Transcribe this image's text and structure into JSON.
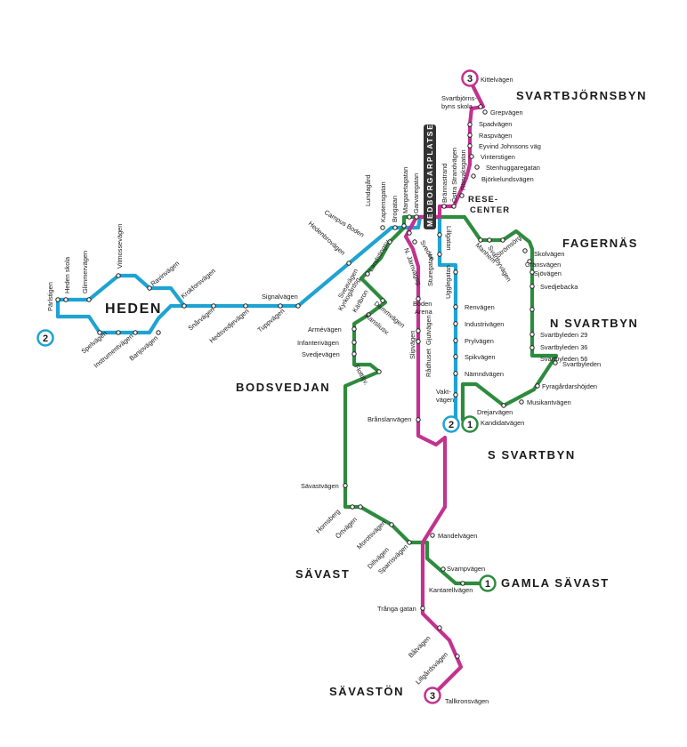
{
  "colors": {
    "line_1": "#2e8b3e",
    "line_2": "#1ea3d2",
    "line_3": "#c2328e",
    "hub": "#333333"
  },
  "lines": {
    "one": "1",
    "two": "2",
    "three": "3"
  },
  "hub": {
    "name": "MEDBORGARPLATSEN"
  },
  "areas": {
    "svartbjornsbyn": "SVARTBJÖRNSBYN",
    "fagernas": "FAGERNÄS",
    "n_svartbyn": "N SVARTBYN",
    "s_svartbyn": "S SVARTBYN",
    "heden": "HEDEN",
    "bodsvedjan": "BODSVEDJAN",
    "savast": "SÄVAST",
    "gamla_savast": "GAMLA SÄVAST",
    "savaston": "SÄVASTÖN"
  },
  "stations": {
    "kittelvagen": "Kittelvägen",
    "svartbjornsbyns_skola_1": "Svartbjörns-",
    "svartbjornsbyns_skola_2": "byns skola",
    "grepvagen": "Grepvägen",
    "spadvagen": "Spadvägen",
    "raspvagen": "Raspvägen",
    "eyvind": "Eyvind Johnsons väg",
    "vinterstigen": "Vinterstigen",
    "stenhuggaregatan": "Stenhuggaregatan",
    "bjorkelundsvagen": "Björkelundsvägen",
    "brannastrand": "Brännastrand",
    "ostra_strandvagen": "Östra Strandvägen",
    "rorvaksgatan": "Rörvaksgatan",
    "resecenter_1": "RESE-",
    "resecenter_2": "CENTER",
    "lundagard": "Lundagård",
    "kaptensgatan": "Kaptensgatan",
    "brogatan": "Brogatan",
    "margaretagatan": "Margaretagatan",
    "garvaregatan": "Garvaregatan",
    "campus_boden": "Campus Boden",
    "hedenbrovagen": "Hedenbrovägen",
    "lillgatan": "Lillgatan",
    "sveden": "Sveden",
    "n_jarnvagsg": "N. Järnvägsg.",
    "sturegatan": "Sturegatan",
    "ugglegatan": "Ugglegatan",
    "manhem": "Manhem",
    "svartbyvagen": "Svartbyvägen",
    "stromsorg": "Strömsörg",
    "skolvagen": "Skolvägen",
    "gransvagen": "Gränsvägen",
    "sjovagen": "Sjövägen",
    "svedjebacka": "Svedjebacka",
    "svartbyleden29": "Svartbyleden 29",
    "svartbyleden36": "Svartbyleden 36",
    "svartbyleden56": "Svartbyleden 56",
    "svartbyleden": "Svartbyleden",
    "fyragardarshojden": "Fyragårdarshöjden",
    "musikantvagen": "Musikantvägen",
    "drejarvagen": "Drejarvägen",
    "kandidatvagen": "Kandidatvägen",
    "renvagen": "Renvägen",
    "industrivagen": "Industrivägen",
    "prylvagen": "Prylvägen",
    "spikvagen": "Spikvägen",
    "namndvagen": "Nämndvägen",
    "vaktvagen_1": "Vakt-",
    "vaktvagen_2": "vägen",
    "pirlstigen": "Pärlstigen",
    "heden_skola": "Heden skola",
    "glimmervagen": "Glimmervägen",
    "vitmossevagen": "Vitmossevägen",
    "ravinvagen": "Ravinvägen",
    "krokforsvagen": "Krokforsvägen",
    "spelvagen": "Spelvägen",
    "instrumentvagen": "Instrumentvägen",
    "banjovagen": "Banjovägen",
    "snarvagen": "Snårvägen",
    "hedsvedjevagen": "Hedsvedjevägen",
    "tuppvagen": "Tuppvägen",
    "signalvagen": "Signalvägen",
    "landstingsv": "Landstingsv.",
    "svеavagen": "Sveavägen",
    "kyrkogardsg": "Kyrkogårdsg.",
    "karlbron": "Kärlbron",
    "dammvagen": "Dammvägen",
    "kansliusv": "Kansliusv.",
    "armevagen": "Armévägen",
    "infanterivagen": "Infanterivägen",
    "svedjevagen": "Svedjevägen",
    "flottiljv": "Flottiljv.",
    "boden_arena_1": "Boden",
    "boden_arena_2": "Arena",
    "slipvagen": "Slipvägen",
    "rådhuset": "Rådhuset",
    "gjutvagen": "Gjutvägen",
    "branslanvagen": "Brånslanvägen",
    "savastvagen": "Sävastvägen",
    "hornsberg": "Hornsberg",
    "ortvagen": "Örtvägen",
    "morotsvagen": "Morotsvägen",
    "dillvagen": "Dillvägen",
    "sparrisvagen": "Sparrisvägen",
    "mandelvagen": "Mandelvägen",
    "svampvagen": "Svampvägen",
    "kantarellvagen": "Kantarellvägen",
    "tranga_gatan": "Trånga gatan",
    "batvagen": "Båtvägen",
    "lillgardsvagen": "Lillgårdsvägen",
    "tallkronsvagen": "Tallkronsvägen"
  }
}
